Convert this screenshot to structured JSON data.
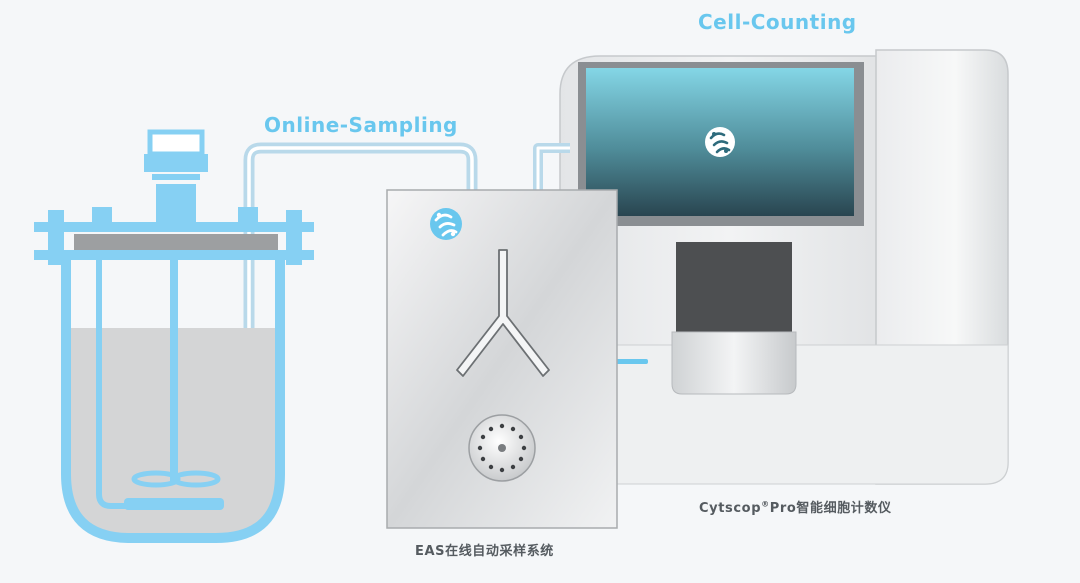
{
  "labels": {
    "cell_counting": "Cell-Counting",
    "online_sampling": "Online-Sampling"
  },
  "captions": {
    "cytscop_name": "Cytscop",
    "cytscop_mark": "®",
    "cytscop_rest": "Pro智能细胞计数仪",
    "eas": "EAS在线自动采样系统"
  },
  "colors": {
    "accent": "#69c7ee",
    "tube": "#b9d9ea",
    "screen_top": "#7cd3e4",
    "screen_bottom": "#2b4a56",
    "device_body": "#e7e9eb"
  }
}
